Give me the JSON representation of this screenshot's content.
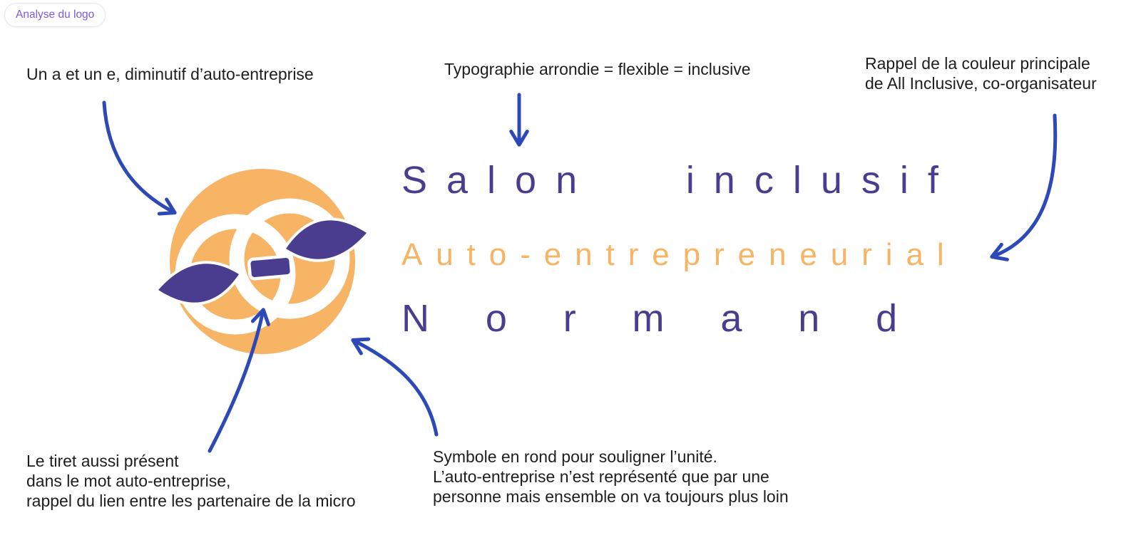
{
  "badge": {
    "label": "Analyse du logo"
  },
  "annotations": {
    "ae": {
      "text": "Un a et un e, diminutif d’auto-entreprise"
    },
    "typography": {
      "text": "Typographie arrondie = flexible = inclusive"
    },
    "color": {
      "lines": [
        "Rappel de la couleur principale",
        "de All Inclusive, co-organisateur"
      ]
    },
    "tiret": {
      "lines": [
        "Le tiret aussi présent",
        "dans le mot auto-entreprise,",
        "rappel du lien entre les partenaire de la micro"
      ]
    },
    "rond": {
      "lines": [
        "Symbole en rond pour souligner l’unité.",
        "L’auto-entreprise n’est représenté que par une",
        "personne mais ensemble on va toujours plus loin"
      ]
    }
  },
  "logo": {
    "title_line1": "Salon inclusif",
    "title_line2": "Auto-entrepreneurial",
    "title_line3": "Normand",
    "symbol": "ae-monogram-in-circle"
  },
  "palette": {
    "orange": "#f6b464",
    "purple": "#4a3d90",
    "arrow_blue": "#2d49b8",
    "badge_purple": "#8157e8",
    "text_black": "#1e1e1e"
  }
}
